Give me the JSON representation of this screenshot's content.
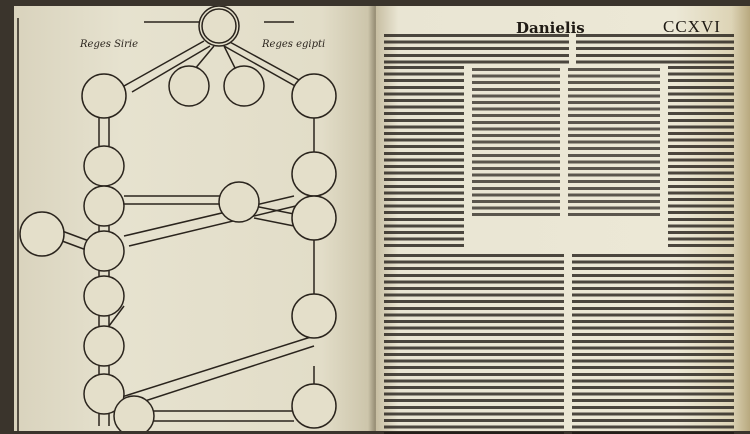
{
  "left_page": {
    "diagram_labels": {
      "left_heading": "Reges Sirie",
      "right_heading": "Reges egipti"
    }
  },
  "right_page": {
    "running_head": "Danielis",
    "folio": "CCXVI"
  }
}
